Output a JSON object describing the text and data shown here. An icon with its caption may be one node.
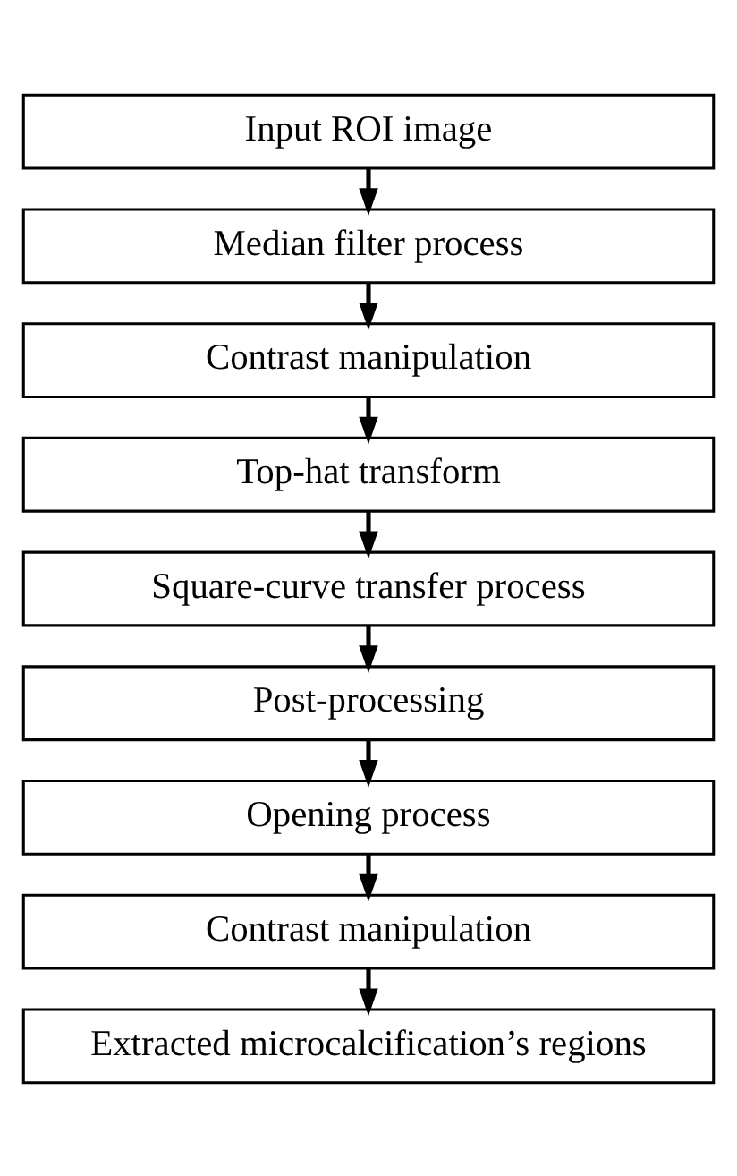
{
  "diagram": {
    "nodes": [
      {
        "text": [
          "Input ROI image"
        ]
      },
      {
        "text": [
          "Median filter process"
        ]
      },
      {
        "text": [
          "Contrast manipulation"
        ]
      },
      {
        "text": [
          "Top-hat transform"
        ]
      },
      {
        "text": [
          "Square-curve transfer process"
        ]
      },
      {
        "text": [
          "Post-processing"
        ]
      },
      {
        "text": [
          "Opening process"
        ]
      },
      {
        "text": [
          "Contrast manipulation"
        ]
      },
      {
        "text": [
          "Extracted microcalcification’s regions"
        ]
      }
    ],
    "edges": [
      {
        "from": 0,
        "to": 1,
        "arrow": "to"
      },
      {
        "from": 1,
        "to": 2,
        "arrow": "to"
      },
      {
        "from": 2,
        "to": 3,
        "arrow": "to"
      },
      {
        "from": 3,
        "to": 4,
        "arrow": "to"
      },
      {
        "from": 4,
        "to": 5,
        "arrow": "to"
      },
      {
        "from": 5,
        "to": 6,
        "arrow": "to"
      },
      {
        "from": 6,
        "to": 7,
        "arrow": "to"
      },
      {
        "from": 7,
        "to": 8,
        "arrow": "to"
      }
    ]
  }
}
